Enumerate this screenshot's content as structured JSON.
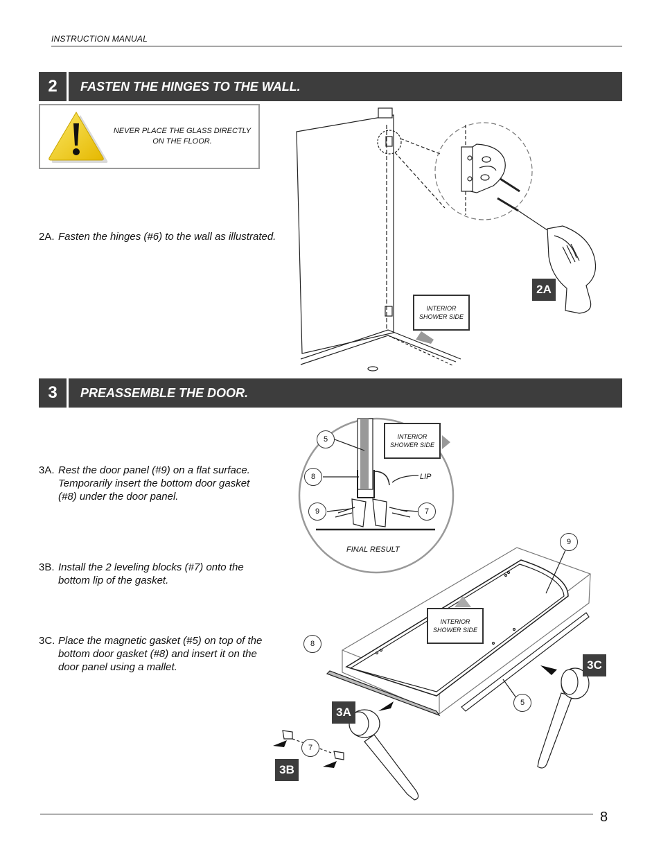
{
  "header": {
    "label": "INSTRUCTION MANUAL"
  },
  "section2": {
    "number": "2",
    "title": "FASTEN THE HINGES TO THE WALL.",
    "warning_line1": "NEVER PLACE THE GLASS DIRECTLY",
    "warning_line2": "ON THE FLOOR.",
    "step_label": "2A.",
    "step_text": "Fasten the hinges (#6) to the wall as illustrated.",
    "figure_tag": "2A",
    "callout_line1": "INTERIOR",
    "callout_line2": "SHOWER SIDE"
  },
  "section3": {
    "number": "3",
    "title": "PREASSEMBLE THE DOOR.",
    "steps": [
      {
        "label": "3A.",
        "text": "Rest the door panel (#9) on a flat surface. Temporarily insert the bottom door gasket (#8) under the door panel."
      },
      {
        "label": "3B.",
        "text": "Install the 2 leveling blocks (#7) onto the bottom lip of the gasket."
      },
      {
        "label": "3C.",
        "text": "Place the magnetic gasket (#5) on top of the bottom door gasket (#8) and insert it on the door panel using a mallet."
      }
    ],
    "detail": {
      "lip_label": "LIP",
      "final_label": "FINAL RESULT",
      "callout_line1": "INTERIOR",
      "callout_line2": "SHOWER SIDE",
      "nums": [
        "5",
        "8",
        "9",
        "7"
      ]
    },
    "main": {
      "callout_line1": "INTERIOR",
      "callout_line2": "SHOWER SIDE",
      "nums": [
        "9",
        "8",
        "5",
        "7"
      ],
      "tags": [
        "3A",
        "3B",
        "3C"
      ]
    }
  },
  "footer": {
    "page_number": "8"
  },
  "colors": {
    "bar": "#3d3d3d",
    "warning_yellow": "#f4d21c"
  }
}
